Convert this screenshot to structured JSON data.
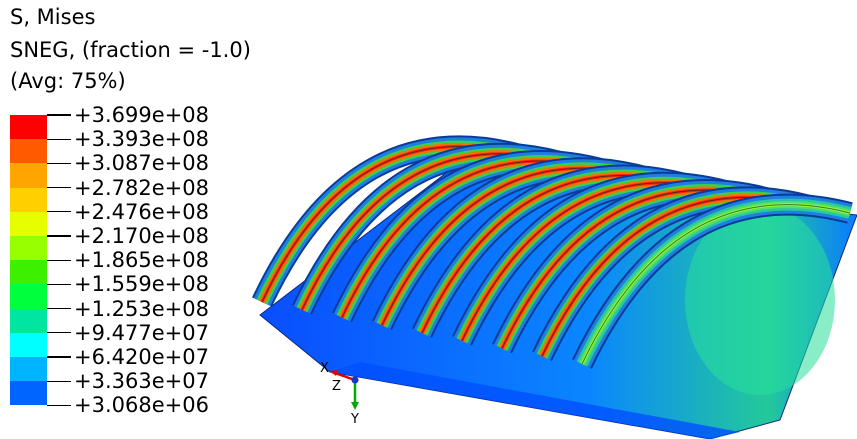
{
  "header": {
    "variable": "S, Mises",
    "section": "SNEG, (fraction = -1.0)",
    "averaging": "(Avg: 75%)"
  },
  "legend": {
    "values": [
      "+3.699e+08",
      "+3.393e+08",
      "+3.087e+08",
      "+2.782e+08",
      "+2.476e+08",
      "+2.170e+08",
      "+1.865e+08",
      "+1.559e+08",
      "+1.253e+08",
      "+9.477e+07",
      "+6.420e+07",
      "+3.363e+07",
      "+3.068e+06"
    ],
    "colors": [
      "#ff0000",
      "#ff5a00",
      "#ffa500",
      "#ffd000",
      "#e6ff00",
      "#96ff00",
      "#3cf000",
      "#00ff3c",
      "#00e6a0",
      "#00ffff",
      "#00b4ff",
      "#0064ff",
      "#0000ff"
    ]
  },
  "triad": {
    "x": "X",
    "y": "Y",
    "z": "Z"
  }
}
